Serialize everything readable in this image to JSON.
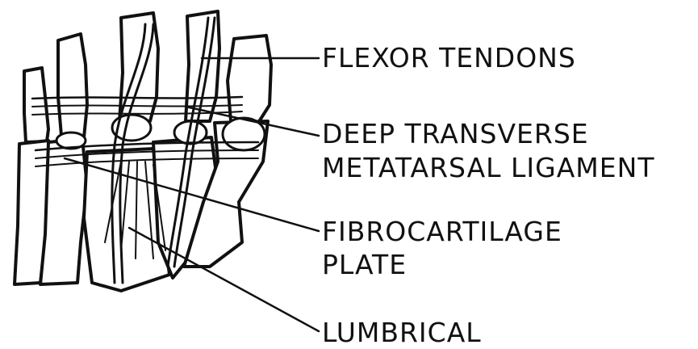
{
  "labels": {
    "flexor_tendons": "FLEXOR TENDONS",
    "deep_transverse_line1": "DEEP TRANSVERSE",
    "deep_transverse_line2": "METATARSAL LIGAMENT",
    "fibrocartilage_line1": "FIBROCARTILAGE",
    "fibrocartilage_line2": "PLATE",
    "lumbrical": "LUMBRICAL"
  },
  "colors": {
    "ink": "#111111",
    "paper": "#ffffff"
  }
}
